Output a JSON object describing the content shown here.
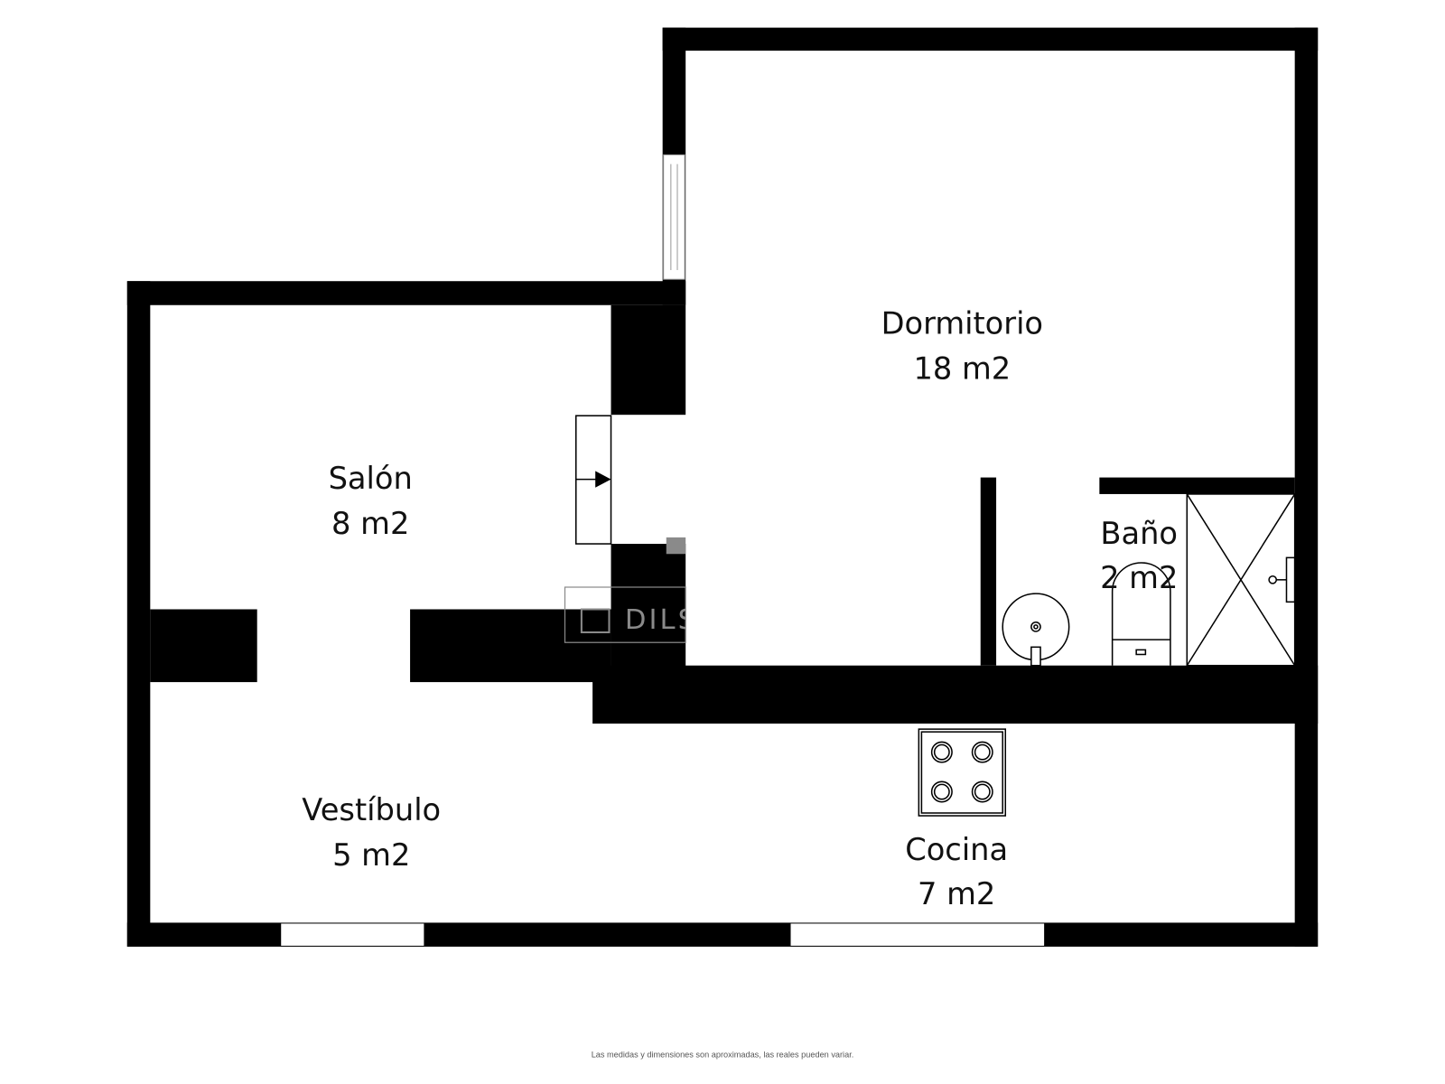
{
  "rooms": {
    "dormitorio": {
      "name": "Dormitorio",
      "area": "18 m2"
    },
    "salon": {
      "name": "Salón",
      "area": "8 m2"
    },
    "bano": {
      "name": "Baño",
      "area": "2 m2"
    },
    "vestibulo": {
      "name": "Vestíbulo",
      "area": "5 m2"
    },
    "cocina": {
      "name": "Cocina",
      "area": "7 m2"
    }
  },
  "watermark": "DILS",
  "footer": "Las medidas y dimensiones son aproximadas, las reales pueden variar.",
  "colors": {
    "wall": "#000000",
    "background": "#ffffff",
    "watermark": "#8a8a8a"
  }
}
